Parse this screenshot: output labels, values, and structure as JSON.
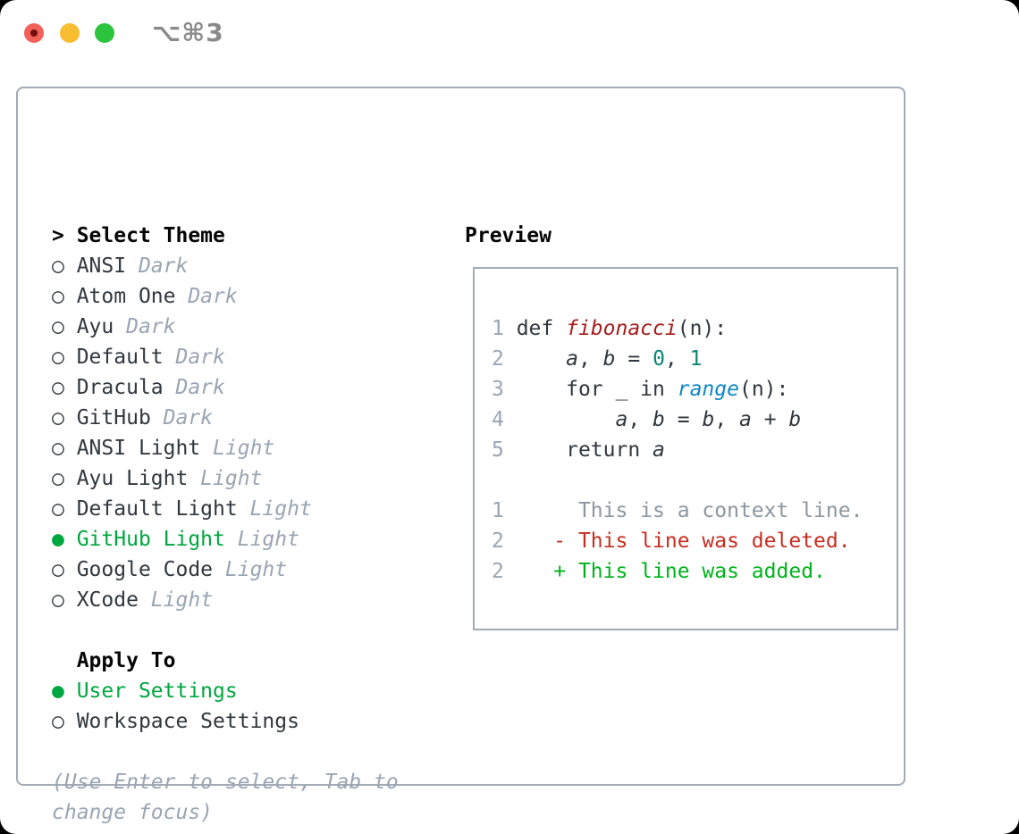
{
  "window": {
    "title": "⌥⌘3",
    "traffic_lights": [
      {
        "name": "close"
      },
      {
        "name": "minimize"
      },
      {
        "name": "zoom"
      }
    ]
  },
  "theme_list": {
    "header": "Select Theme",
    "header_marker": ">",
    "marker_unselected": "○",
    "marker_selected": "●",
    "items": [
      {
        "name": "ANSI",
        "variant": "Dark",
        "selected": false
      },
      {
        "name": "Atom One",
        "variant": "Dark",
        "selected": false
      },
      {
        "name": "Ayu",
        "variant": "Dark",
        "selected": false
      },
      {
        "name": "Default",
        "variant": "Dark",
        "selected": false
      },
      {
        "name": "Dracula",
        "variant": "Dark",
        "selected": false
      },
      {
        "name": "GitHub",
        "variant": "Dark",
        "selected": false
      },
      {
        "name": "ANSI Light",
        "variant": "Light",
        "selected": false
      },
      {
        "name": "Ayu Light",
        "variant": "Light",
        "selected": false
      },
      {
        "name": "Default Light",
        "variant": "Light",
        "selected": false
      },
      {
        "name": "GitHub Light",
        "variant": "Light",
        "selected": true
      },
      {
        "name": "Google Code",
        "variant": "Light",
        "selected": false
      },
      {
        "name": "XCode",
        "variant": "Light",
        "selected": false
      }
    ]
  },
  "apply_to": {
    "header": "Apply To",
    "items": [
      {
        "name": "User Settings",
        "selected": true
      },
      {
        "name": "Workspace Settings",
        "selected": false
      }
    ]
  },
  "hint": {
    "line1": "(Use Enter to select, Tab to",
    "line2": "change focus)"
  },
  "preview": {
    "header": "Preview",
    "lines": [
      {
        "num": "1",
        "tokens": [
          [
            "def ",
            "plain"
          ],
          [
            "fibonacci",
            "func"
          ],
          [
            "(n):",
            "plain"
          ]
        ]
      },
      {
        "num": "2",
        "tokens": [
          [
            "    ",
            "plain"
          ],
          [
            "a",
            "var"
          ],
          [
            ", ",
            "plain"
          ],
          [
            "b",
            "var"
          ],
          [
            " = ",
            "plain"
          ],
          [
            "0",
            "num"
          ],
          [
            ", ",
            "plain"
          ],
          [
            "1",
            "num"
          ]
        ]
      },
      {
        "num": "3",
        "tokens": [
          [
            "    for _ in ",
            "plain"
          ],
          [
            "range",
            "builtin"
          ],
          [
            "(n):",
            "plain"
          ]
        ]
      },
      {
        "num": "4",
        "tokens": [
          [
            "        ",
            "plain"
          ],
          [
            "a",
            "var"
          ],
          [
            ", ",
            "plain"
          ],
          [
            "b",
            "var"
          ],
          [
            " = ",
            "plain"
          ],
          [
            "b",
            "var"
          ],
          [
            ", ",
            "plain"
          ],
          [
            "a",
            "var"
          ],
          [
            " + ",
            "plain"
          ],
          [
            "b",
            "var"
          ]
        ]
      },
      {
        "num": "5",
        "tokens": [
          [
            "    return ",
            "plain"
          ],
          [
            "a",
            "var"
          ]
        ]
      },
      {
        "num": "",
        "tokens": []
      },
      {
        "num": "1",
        "tokens": [
          [
            "     This is a context line.",
            "ctx"
          ]
        ]
      },
      {
        "num": "2",
        "tokens": [
          [
            "   - This line was deleted.",
            "del"
          ]
        ]
      },
      {
        "num": "2",
        "tokens": [
          [
            "   + This line was added.",
            "add"
          ]
        ]
      }
    ]
  },
  "colors": {
    "selection_green": "#00a63f",
    "diff_added_green": "#00b31b",
    "diff_deleted_red": "#c52f21",
    "function_red": "#a61d1d",
    "builtin_blue": "#0f87c4",
    "number_teal": "#0c8577",
    "muted_gray": "#9aa5b3",
    "panel_border": "#a3abb6",
    "traffic_red": "#f2605a",
    "traffic_yellow": "#f8bd31",
    "traffic_green": "#2dc43d"
  }
}
